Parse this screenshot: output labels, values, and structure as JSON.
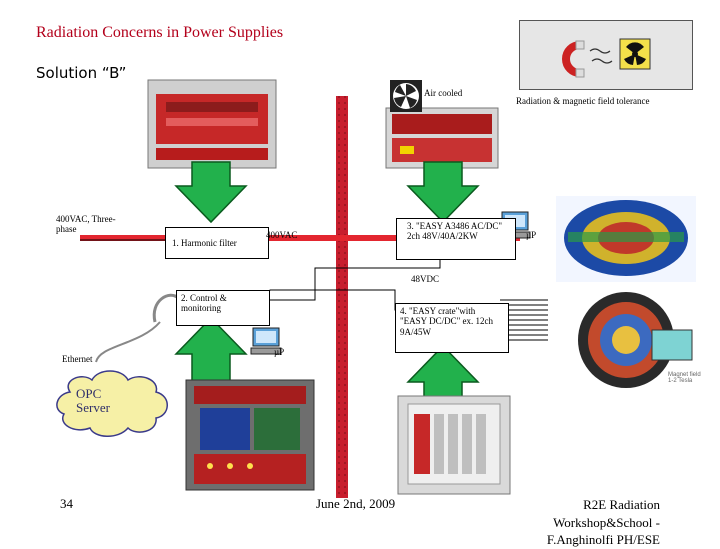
{
  "slide": {
    "title": "Radiation Concerns in Power Supplies",
    "subtitle": "Solution “B”"
  },
  "labels": {
    "air_cooled": "Air cooled",
    "radiation_tolerance": "Radiation & magnetic field tolerance",
    "input_power": "400VAC, Three-phase",
    "box1": "1. Harmonic filter",
    "ac_400": "400VAC",
    "box3": "3. \"EASY A3486 AC/DC\" 2ch 48V/40A/2KW",
    "up1": "µP",
    "dc_48": "48VDC",
    "box2": "2. Control & monitoring",
    "box4": "4. \"EASY crate\"with \"EASY DC/DC\" ex. 12ch 9A/45W",
    "up2": "µP",
    "ethernet": "Ethernet",
    "opc_server": "OPC Server",
    "detector_caption": "Magnet field 1-2 Tesla"
  },
  "footer": {
    "page_number": "34",
    "date": "June 2nd, 2009",
    "credit_line1": "R2E Radiation",
    "credit_line2": "Workshop&School -",
    "credit_line3": "F.Anghinolfi PH/ESE"
  },
  "colors": {
    "title": "#b3001b",
    "arrow_green": "#22b14c",
    "arrow_outline": "#0a5a1e",
    "wall_red": "#c81e2e",
    "line_red": "#e3262f",
    "panel_border": "#000000"
  }
}
